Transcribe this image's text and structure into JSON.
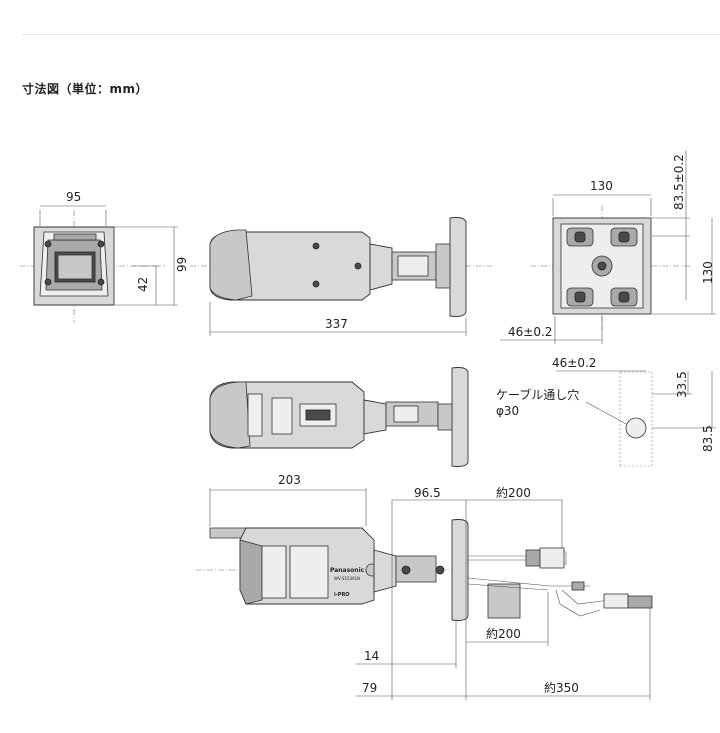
{
  "page": {
    "heading": "寸法図（単位：mm）"
  },
  "dimensions": {
    "front_width": "95",
    "front_lens_height": "42",
    "height": "99",
    "length": "337",
    "mount_width": "130",
    "mount_height": "130",
    "mount_depth": "83.5±0.2",
    "mount_hole_spacing": "46±0.2",
    "hole_spacing_top": "46±0.2",
    "hole_offset_a": "33.5",
    "hole_offset_b": "83.5",
    "cable_hole_label": "ケーブル通し穴",
    "cable_hole_diameter": "φ30",
    "side_length": "203",
    "bracket_length": "96.5",
    "cable_upper": "約200",
    "cable_lower": "約200",
    "cable_total": "約350",
    "offset_14": "14",
    "offset_79": "79"
  },
  "branding": {
    "maker": "Panasonic",
    "model": "WV-S1536LN",
    "badge": "i-PRO"
  }
}
